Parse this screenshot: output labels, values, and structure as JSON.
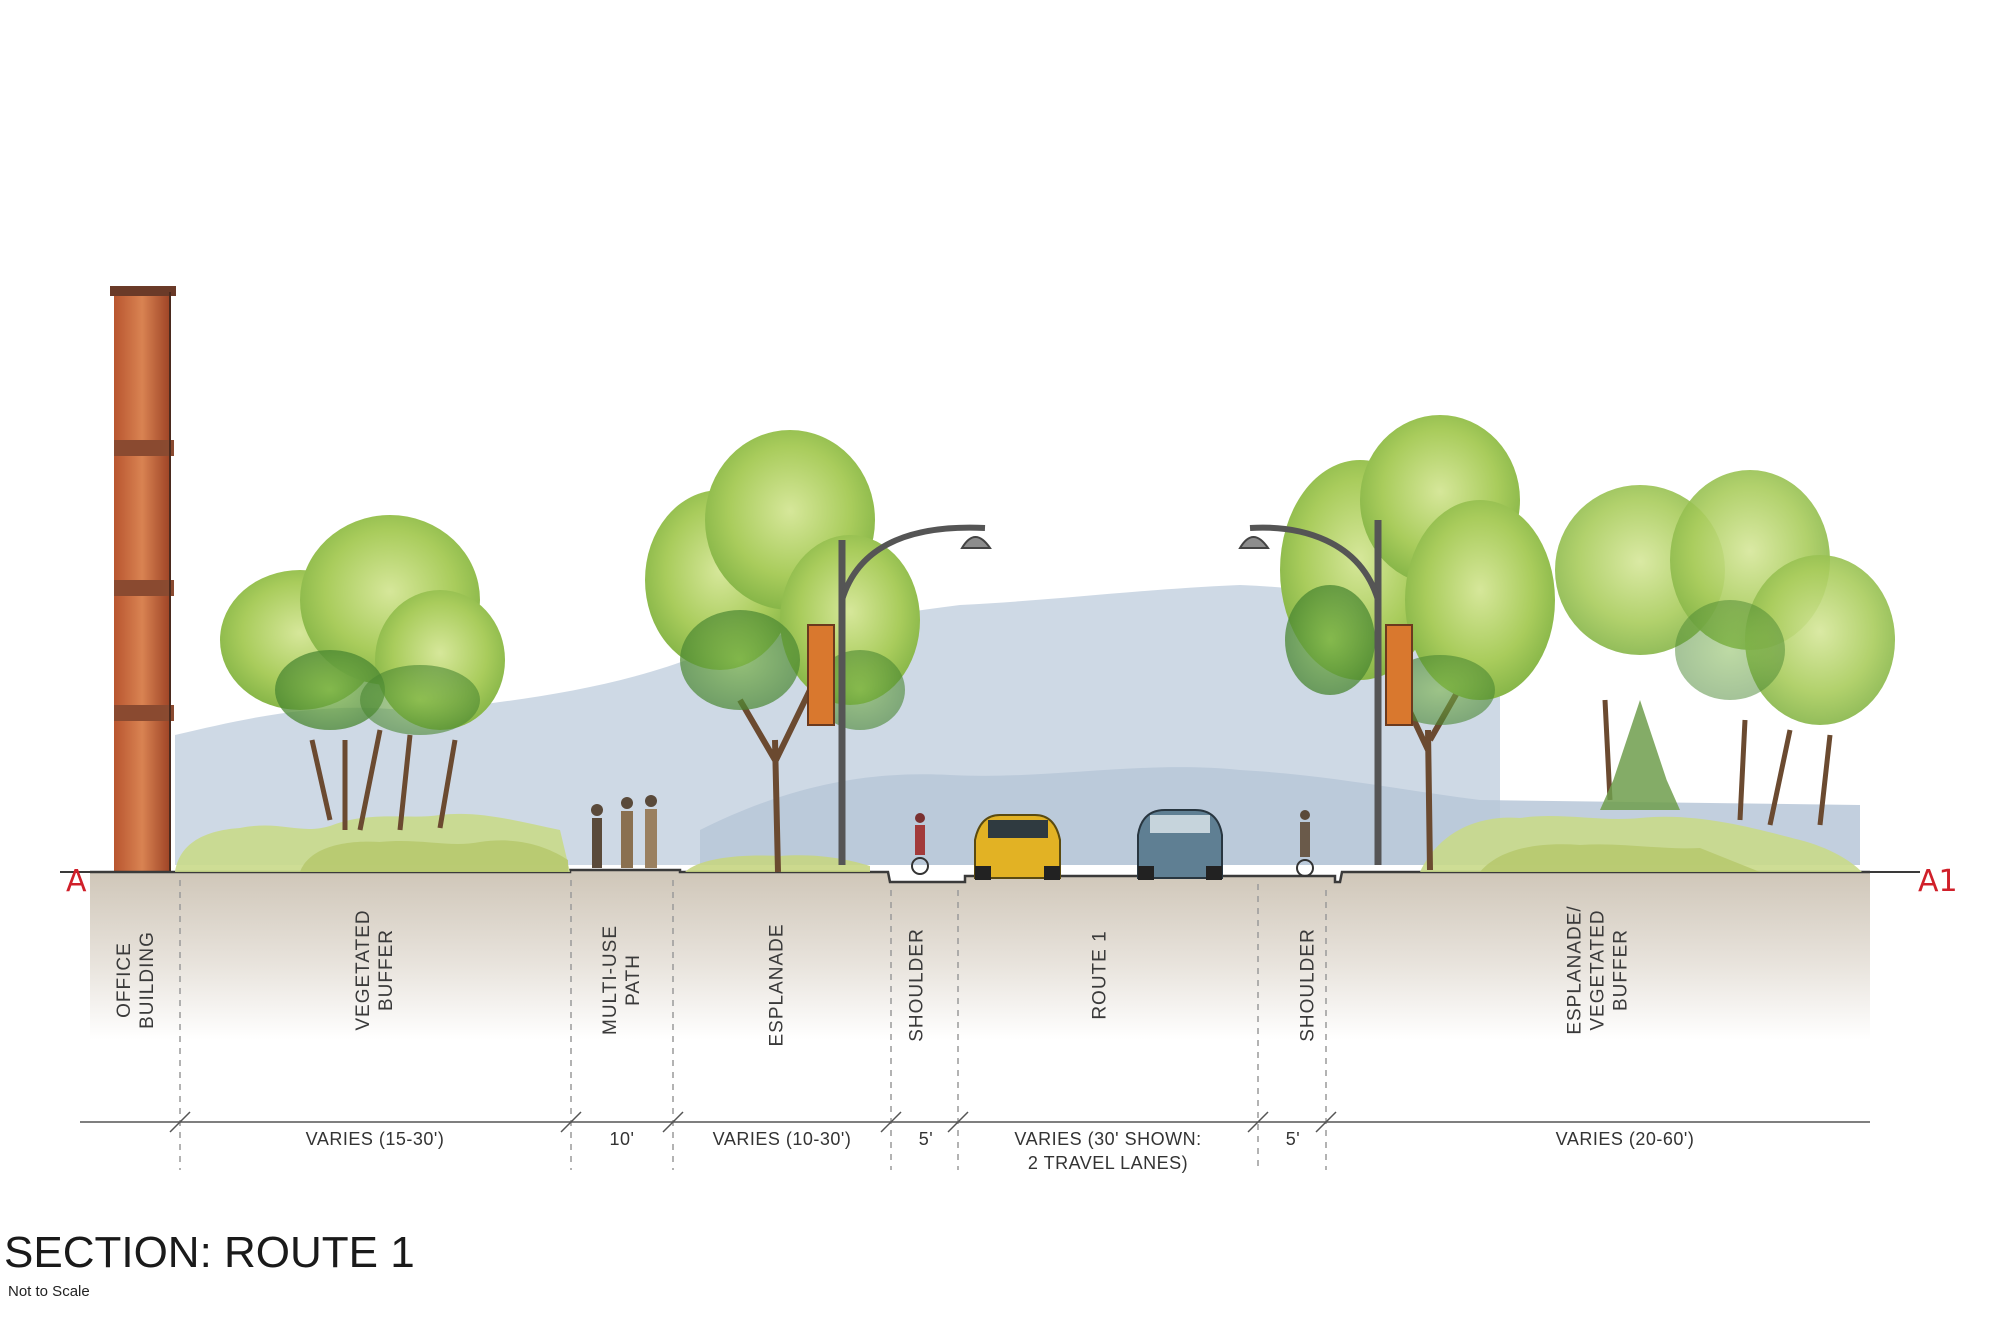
{
  "section": {
    "marker_left": "A",
    "marker_right": "A1",
    "title": "SECTION: ROUTE 1",
    "scale_note": "Not to Scale"
  },
  "zones": [
    {
      "label": "OFFICE\nBUILDING"
    },
    {
      "label": "VEGETATED\nBUFFER"
    },
    {
      "label": "MULTI-USE\nPATH"
    },
    {
      "label": "ESPLANADE"
    },
    {
      "label": "SHOULDER"
    },
    {
      "label": "ROUTE 1"
    },
    {
      "label": "SHOULDER"
    },
    {
      "label": "ESPLANADE/\nVEGETATED\nBUFFER"
    }
  ],
  "dimensions": [
    {
      "text": "VARIES (15-30')"
    },
    {
      "text": "10'"
    },
    {
      "text": "VARIES (10-30')"
    },
    {
      "text": "5'"
    },
    {
      "text": "VARIES (30' SHOWN:\n2 TRAVEL LANES)"
    },
    {
      "text": "5'"
    },
    {
      "text": "VARIES (20-60')"
    }
  ],
  "colors": {
    "marker": "#d0202a",
    "sky_hills": "#c9d6e2",
    "ground": "#d6cfc4",
    "foliage_light": "#b7d36a",
    "foliage_dark": "#5e9a3a",
    "building_brick": "#c96a3e",
    "banner": "#d9782e"
  }
}
